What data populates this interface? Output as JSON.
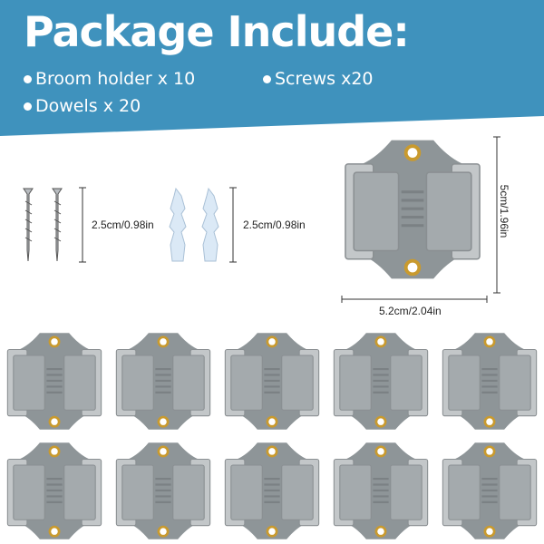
{
  "header": {
    "title": "Package Include:",
    "items": [
      "Broom holder  x 10",
      "Screws x20",
      "Dowels x 20"
    ],
    "banner_color": "#3f92bd"
  },
  "dimensions": {
    "screw_length": "2.5cm/0.98in",
    "dowel_length": "2.5cm/0.98in",
    "holder_height": "5cm/1.96in",
    "holder_width": "5.2cm/2.04in"
  },
  "holder_count": 10
}
